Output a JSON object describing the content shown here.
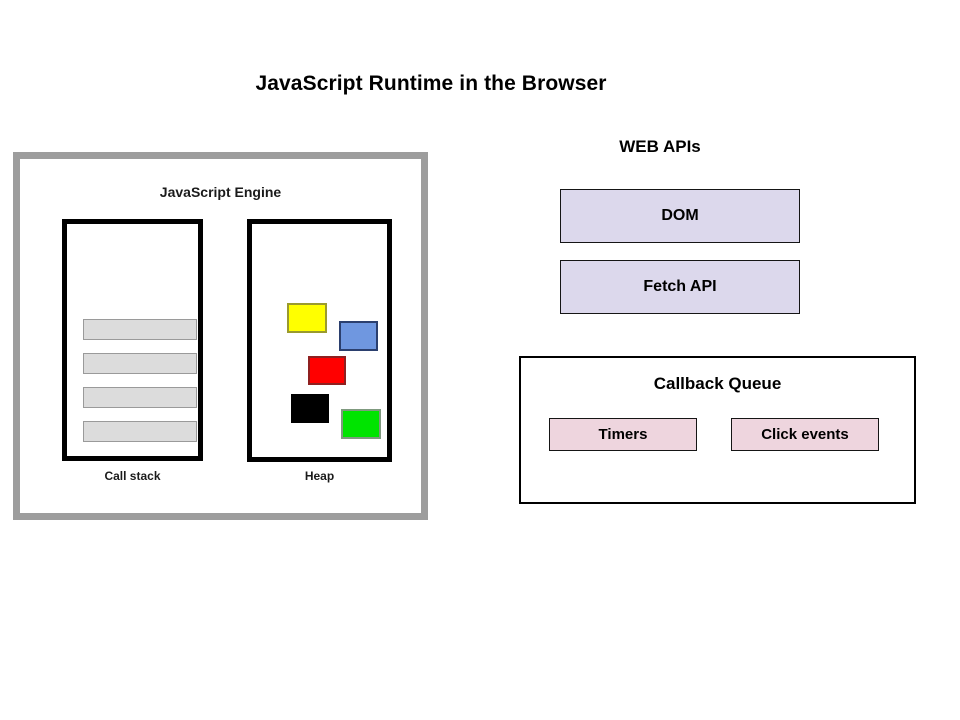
{
  "diagram": {
    "title": "JavaScript Runtime in the Browser",
    "background_color": "#ffffff"
  },
  "engine": {
    "title": "JavaScript Engine",
    "frame_color": "#9d9d9d",
    "call_stack": {
      "label": "Call stack",
      "frame_fill": "#dcdcdc",
      "frame_border": "#9a9a9a",
      "frames": [
        {
          "id": "frame-1"
        },
        {
          "id": "frame-2"
        },
        {
          "id": "frame-3"
        },
        {
          "id": "frame-4"
        }
      ]
    },
    "heap": {
      "label": "Heap",
      "objects": [
        {
          "id": "heap-object-yellow",
          "color": "#ffff00",
          "border": "#9a9a2e"
        },
        {
          "id": "heap-object-blue",
          "color": "#6f97e0",
          "border": "#2b3f6e"
        },
        {
          "id": "heap-object-red",
          "color": "#ff0000",
          "border": "#8f2020"
        },
        {
          "id": "heap-object-black",
          "color": "#000000",
          "border": "#000000"
        },
        {
          "id": "heap-object-green",
          "color": "#00e400",
          "border": "#7f9a7f"
        }
      ]
    }
  },
  "web_apis": {
    "title": "WEB APIs",
    "box_fill": "#dcd8ec",
    "items": [
      {
        "label": "DOM"
      },
      {
        "label": "Fetch API"
      }
    ]
  },
  "callback_queue": {
    "title": "Callback Queue",
    "box_fill": "#eed5de",
    "items": [
      {
        "label": "Timers"
      },
      {
        "label": "Click events"
      }
    ]
  }
}
